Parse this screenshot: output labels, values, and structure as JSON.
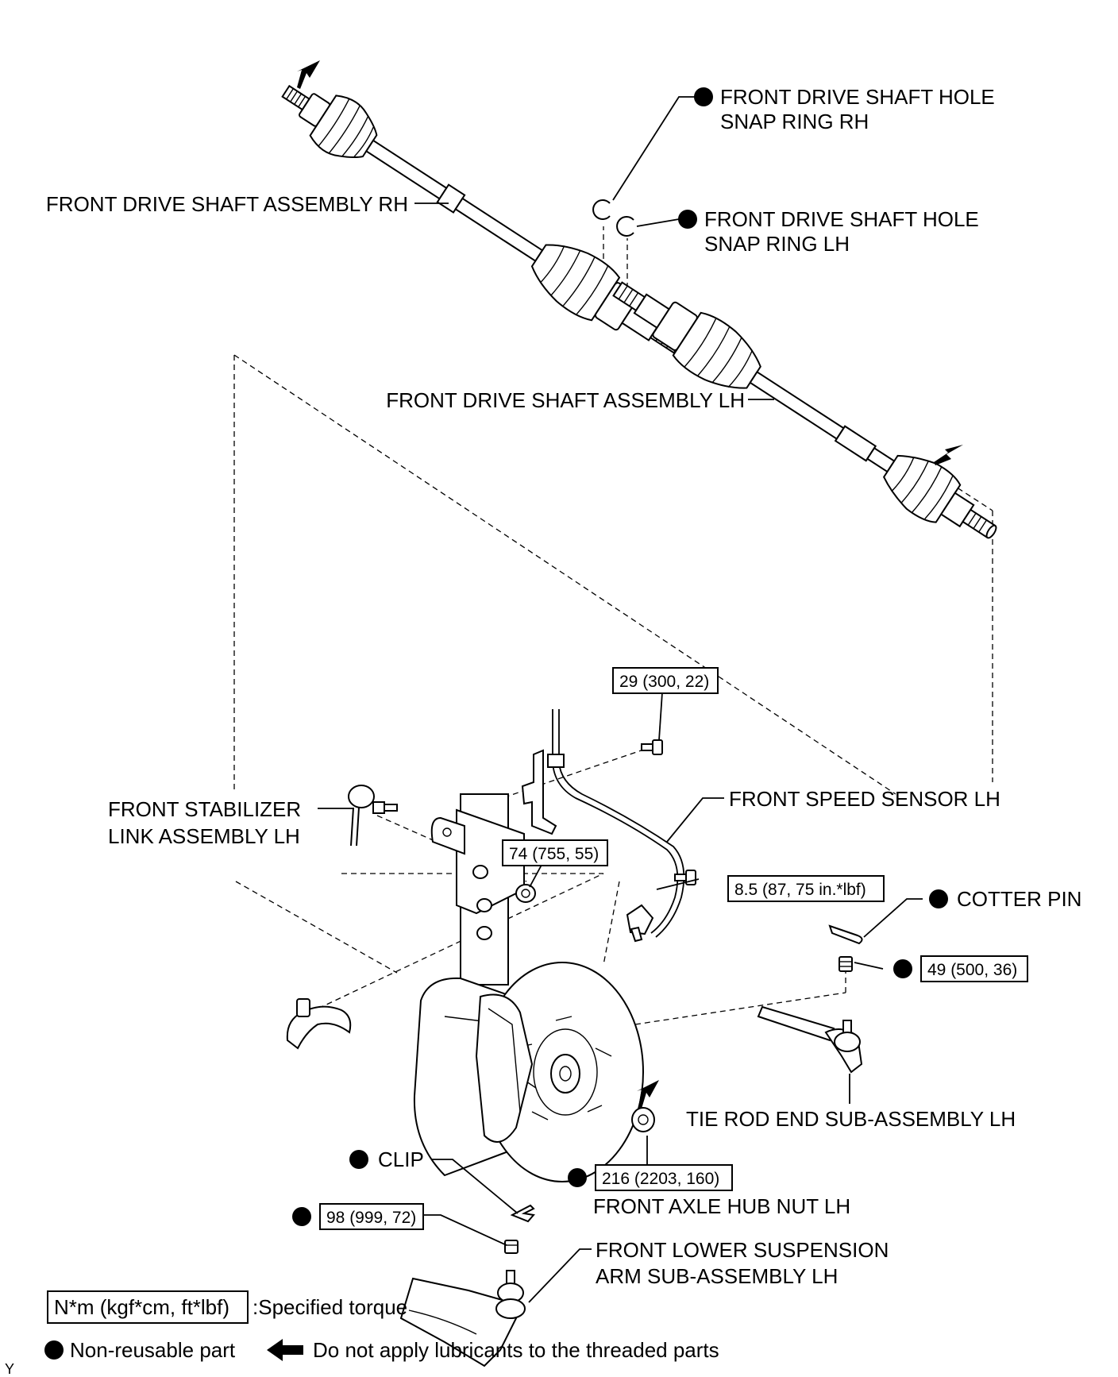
{
  "labels": {
    "snap_ring_rh_1": "FRONT DRIVE SHAFT HOLE",
    "snap_ring_rh_2": "SNAP RING RH",
    "snap_ring_lh_1": "FRONT DRIVE SHAFT HOLE",
    "snap_ring_lh_2": "SNAP RING LH",
    "drive_shaft_rh": "FRONT DRIVE SHAFT ASSEMBLY RH",
    "drive_shaft_lh": "FRONT DRIVE SHAFT ASSEMBLY LH",
    "stabilizer_1": "FRONT STABILIZER",
    "stabilizer_2": "LINK ASSEMBLY LH",
    "speed_sensor": "FRONT SPEED SENSOR LH",
    "cotter_pin": "COTTER PIN",
    "tie_rod": "TIE ROD END SUB-ASSEMBLY LH",
    "clip": "CLIP",
    "hub_nut": "FRONT AXLE HUB NUT LH",
    "lower_arm_1": "FRONT LOWER SUSPENSION",
    "lower_arm_2": "ARM SUB-ASSEMBLY LH"
  },
  "torques": {
    "sensor_bracket": "29 (300, 22)",
    "stabilizer_nut": "74 (755, 55)",
    "sensor_bolt": "8.5 (87, 75 in.*lbf)",
    "tie_rod_nut": "49 (500, 36)",
    "hub_nut": "216 (2203, 160)",
    "lower_arm_nut": "98 (999, 72)"
  },
  "legend": {
    "torque_unit": "N*m (kgf*cm, ft*lbf)",
    "torque_desc": ":Specified torque",
    "non_reusable": "Non-reusable part",
    "no_lubricant": "Do not apply lubricants to the threaded parts"
  },
  "figure_code": "Y"
}
